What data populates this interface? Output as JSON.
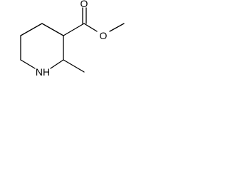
{
  "molecule": {
    "atoms": {
      "oxygen_carbonyl": "O",
      "oxygen_ester": "O",
      "nitrogen": "NH"
    },
    "colors": {
      "bond": "#000000",
      "label": "#000000",
      "background": "#ffffff"
    }
  }
}
